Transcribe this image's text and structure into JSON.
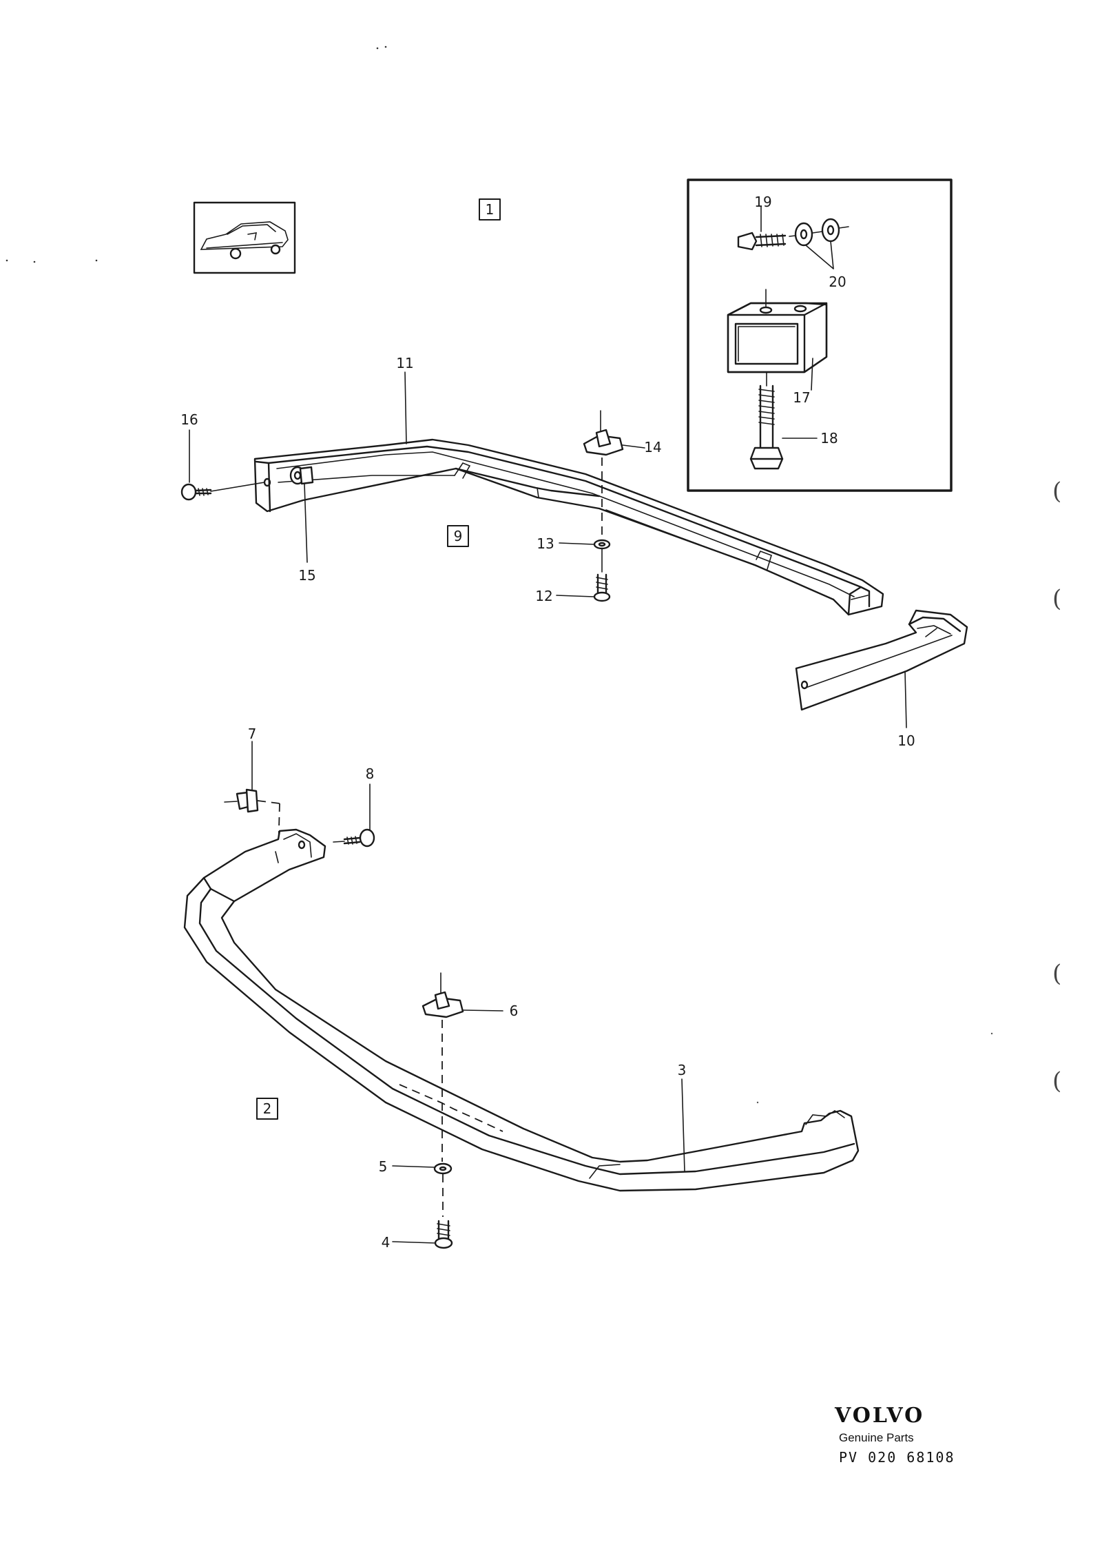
{
  "callouts": {
    "c1": "1",
    "c2": "2",
    "c3": "3",
    "c4": "4",
    "c5": "5",
    "c6": "6",
    "c7": "7",
    "c8": "8",
    "c9": "9",
    "c10": "10",
    "c11": "11",
    "c12": "12",
    "c13": "13",
    "c14": "14",
    "c15": "15",
    "c16": "16",
    "c17": "17",
    "c18": "18",
    "c19": "19",
    "c20": "20"
  },
  "margin_marks": [
    "(",
    "(",
    "(",
    "("
  ],
  "footer": {
    "brand": "VOLVO",
    "subtitle": "Genuine Parts",
    "code": "PV 020 68108"
  }
}
